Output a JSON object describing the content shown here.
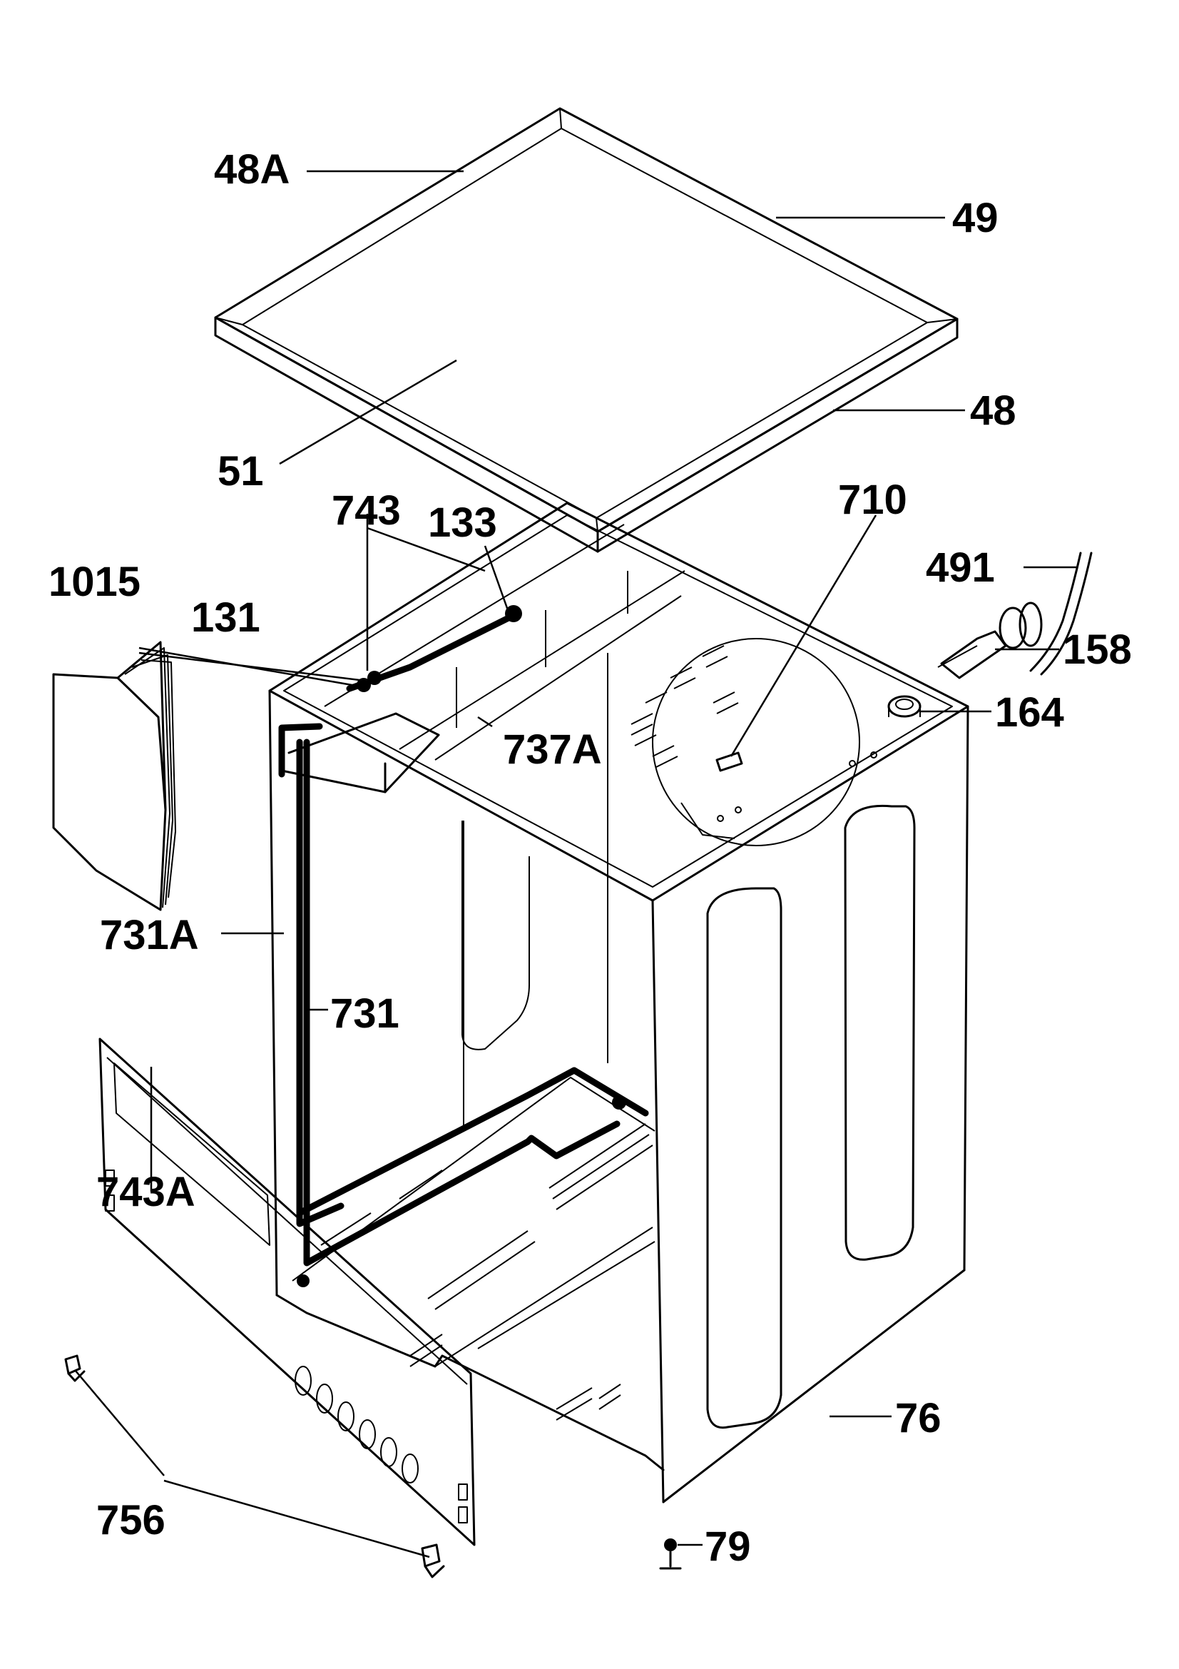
{
  "labels": {
    "l48A": "48A",
    "l49": "49",
    "l48": "48",
    "l51": "51",
    "l743": "743",
    "l133": "133",
    "l710": "710",
    "l1015": "1015",
    "l131": "131",
    "l491": "491",
    "l158": "158",
    "l164": "164",
    "l737A": "737A",
    "l731A": "731A",
    "l731": "731",
    "l743A": "743A",
    "l76": "76",
    "l756": "756",
    "l79": "79"
  }
}
